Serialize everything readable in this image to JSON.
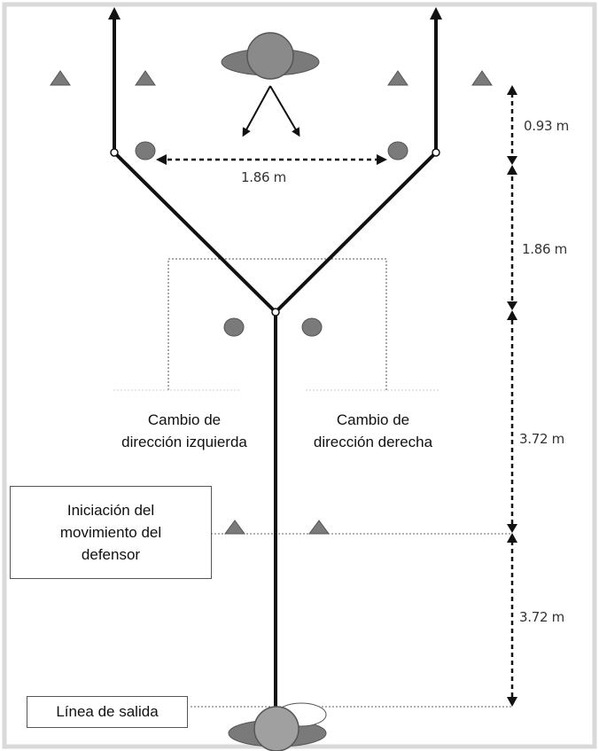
{
  "distances": {
    "cone_spacing": "1.86 m",
    "segment_1": "0.93 m",
    "segment_2": "1.86 m",
    "segment_3": "3.72 m",
    "segment_4": "3.72 m"
  },
  "labels": {
    "left_change": [
      "Cambio de",
      "dirección izquierda"
    ],
    "right_change": [
      "Cambio de",
      "dirección derecha"
    ],
    "defender_start": [
      "Iniciación del",
      "movimiento del",
      "defensor"
    ],
    "start_line": "Línea de salida"
  },
  "colors": {
    "marker_fill": "#7a7a7a",
    "path_line": "#111111",
    "frame": "#d9d9d9"
  }
}
